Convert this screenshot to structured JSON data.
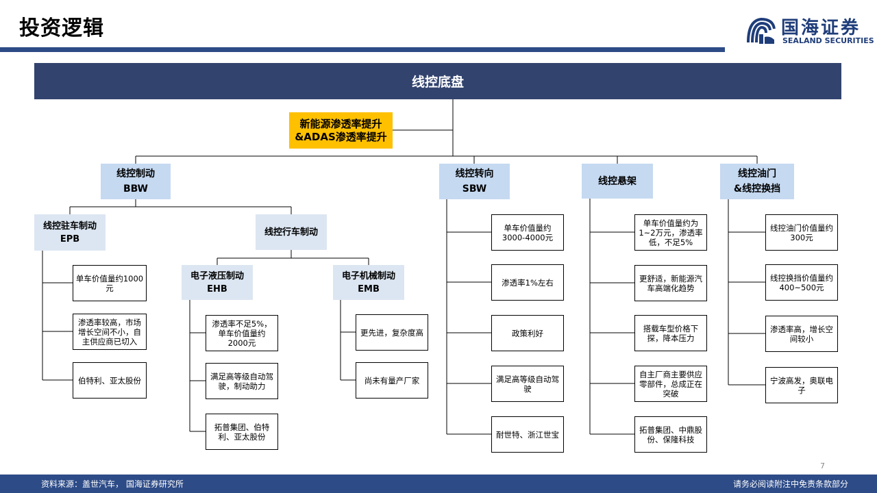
{
  "header": {
    "page_title": "投资逻辑",
    "logo_cn": "国海证券",
    "logo_en": "SEALAND SECURITIES"
  },
  "root": {
    "label": "线控底盘"
  },
  "driver": {
    "line1": "新能源渗透率提升",
    "line2": "&ADAS渗透率提升"
  },
  "bbw": {
    "line1": "线控制动",
    "line2": "BBW",
    "epb": {
      "line1": "线控驻车制动",
      "line2": "EPB",
      "leaves": [
        "单车价值量约1000元",
        "渗透率较高，市场增长空间不小，自主供应商已切入",
        "伯特利、亚太股份"
      ]
    },
    "service": {
      "label": "线控行车制动",
      "ehb": {
        "line1": "电子液压制动",
        "line2": "EHB",
        "leaves": [
          "渗透率不足5%，单车价值量约2000元",
          "满足高等级自动驾驶，制动助力",
          "拓普集团、伯特利、亚太股份"
        ]
      },
      "emb": {
        "line1": "电子机械制动",
        "line2": "EMB",
        "leaves": [
          "更先进，复杂度高",
          "尚未有量产厂家"
        ]
      }
    }
  },
  "sbw": {
    "line1": "线控转向",
    "line2": "SBW",
    "leaves": [
      "单车价值量约3000-4000元",
      "渗透率1%左右",
      "政策利好",
      "满足高等级自动驾驶",
      "耐世特、浙江世宝"
    ]
  },
  "suspension": {
    "label": "线控悬架",
    "leaves": [
      "单车价值量约为1~2万元，渗透率低，不足5%",
      "更舒适，新能源汽车高端化趋势",
      "搭载车型价格下探，降本压力",
      "自主厂商主要供应零部件，总成正在突破",
      "拓普集团、中鼎股份、保隆科技"
    ]
  },
  "throttle": {
    "line1": "线控油门",
    "line2": "&线控换挡",
    "leaves": [
      "线控油门价值量约300元",
      "线控换挡价值量约400~500元",
      "渗透率高，增长空间较小",
      "宁波高发，奥联电子"
    ]
  },
  "footer": {
    "source": "资料来源：盖世汽车， 国海证券研究所",
    "disclaimer": "请务必阅读附注中免责条款部分",
    "page_number": "7"
  },
  "colors": {
    "header_bar": "#2d4b87",
    "root_fill": "#32436e",
    "driver_fill": "#ffc000",
    "category_fill": "#c5d9f1",
    "subcategory_fill": "#dce6f2"
  }
}
